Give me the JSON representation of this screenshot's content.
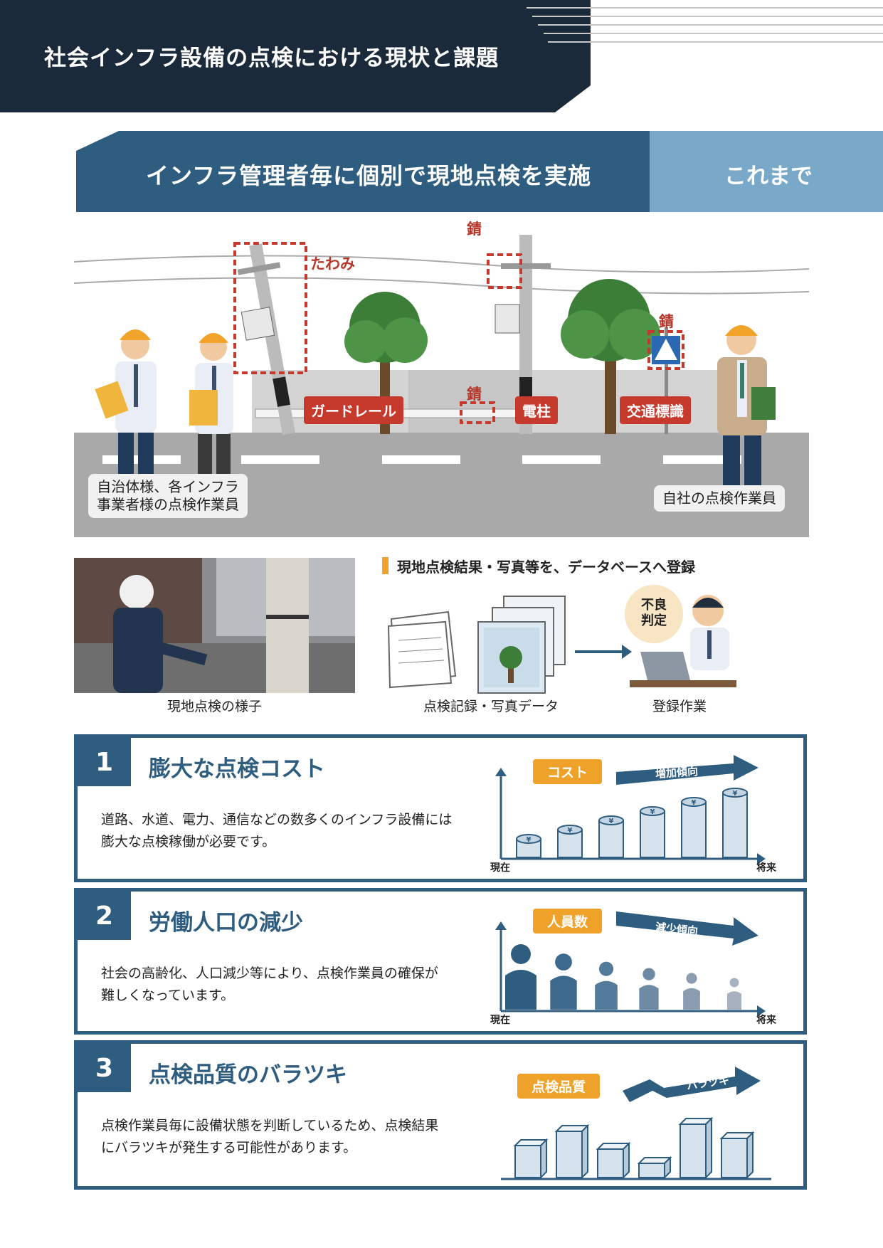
{
  "header": {
    "title": "社会インフラ設備の点検における現状と課題"
  },
  "banner": {
    "title": "インフラ管理者毎に個別で現地点検を実施",
    "side": "これまで"
  },
  "scene": {
    "sag_label": "たわみ",
    "rust": "錆",
    "guardrail": "ガードレール",
    "pole": "電柱",
    "sign": "交通標識",
    "left_workers_line1": "自治体様、各インフラ",
    "left_workers_line2": "事業者様の点検作業員",
    "right_worker": "自社の点検作業員"
  },
  "middle": {
    "photo_caption": "現地点検の様子",
    "heading": "現地点検結果・写真等を、データベースへ登録",
    "records_caption": "点検記録・写真データ",
    "judge_line1": "不良",
    "judge_line2": "判定",
    "register_caption": "登録作業"
  },
  "issues": [
    {
      "num": "1",
      "title": "膨大な点検コスト",
      "line1": "道路、水道、電力、通信などの数多くのインフラ設備には",
      "line2": "膨大な点検稼働が必要です。",
      "badge": "コスト",
      "trend": "増加傾向",
      "x_start": "現在",
      "x_end": "将来",
      "levels": [
        0.2,
        0.3,
        0.4,
        0.5,
        0.6,
        0.7
      ]
    },
    {
      "num": "2",
      "title": "労働人口の減少",
      "line1": "社会の高齢化、人口減少等により、点検作業員の確保が",
      "line2": "難しくなっています。",
      "badge": "人員数",
      "trend": "減少傾向",
      "x_start": "現在",
      "x_end": "将来",
      "levels": [
        1.0,
        0.85,
        0.72,
        0.62,
        0.54,
        0.46
      ]
    },
    {
      "num": "3",
      "title": "点検品質のバラツキ",
      "line1": "点検作業員毎に設備状態を判断しているため、点検結果",
      "line2": "にバラツキが発生する可能性があります。",
      "badge": "点検品質",
      "trend": "バラツキ",
      "levels": [
        0.45,
        0.65,
        0.4,
        0.2,
        0.75,
        0.55
      ]
    }
  ],
  "colors": {
    "navy": "#1b2a3a",
    "blue": "#2e5d80",
    "light_blue": "#7aa8c8",
    "orange": "#efa229",
    "red": "#c53a2c"
  }
}
